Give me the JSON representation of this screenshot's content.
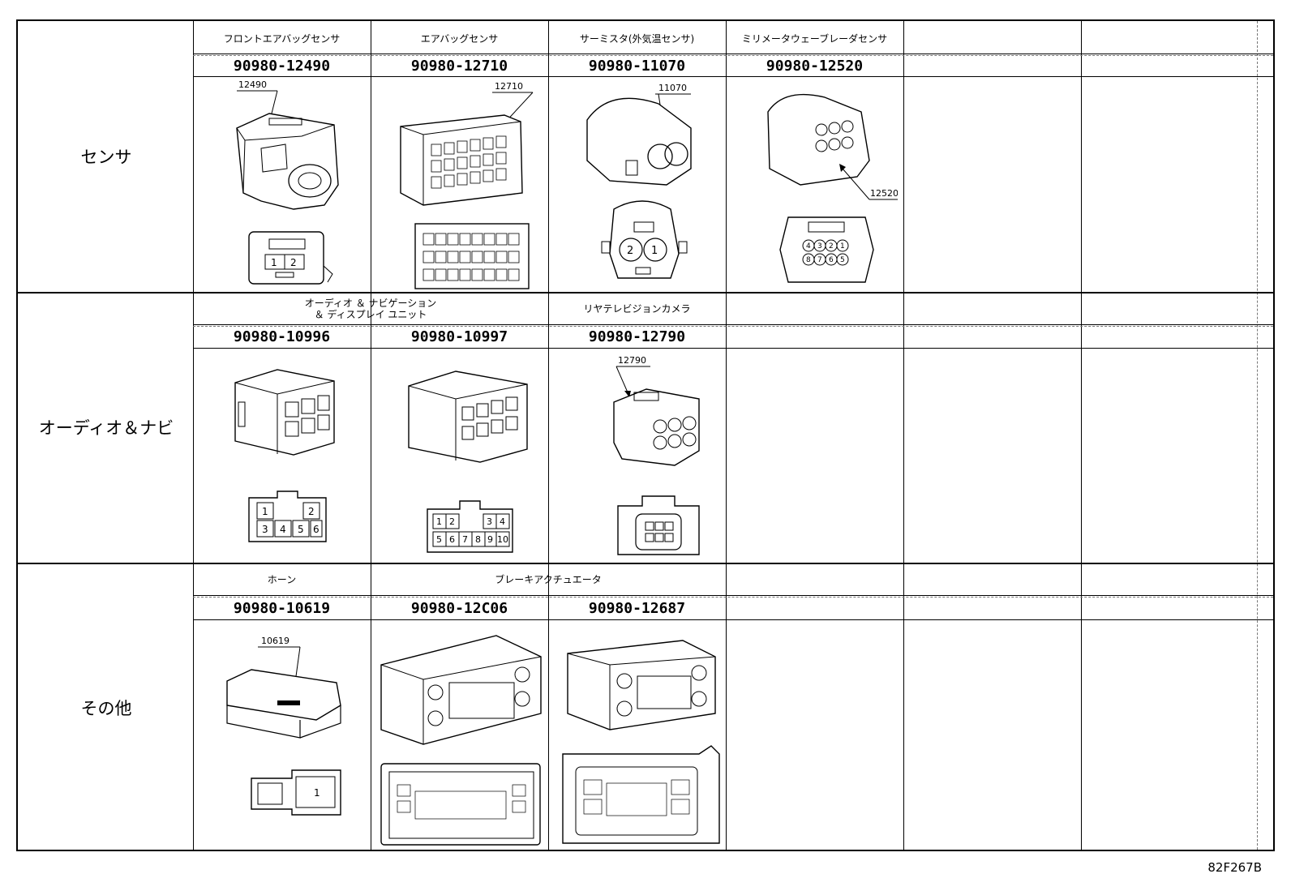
{
  "categories": [
    "センサ",
    "オーディオ＆ナビ",
    "その他"
  ],
  "sensor": {
    "labels": [
      "フロントエアバッグセンサ",
      "エアバッグセンサ",
      "サーミスタ(外気温センサ)",
      "ミリメータウェーブレーダセンサ"
    ],
    "parts": [
      "90980-12490",
      "90980-12710",
      "90980-11070",
      "90980-12520"
    ],
    "callouts": [
      "12490",
      "12710",
      "11070",
      "12520"
    ],
    "pins": {
      "p12490": [
        "1",
        "2"
      ],
      "p11070": [
        "2",
        "1"
      ],
      "p12520": [
        "4",
        "3",
        "2",
        "1",
        "8",
        "7",
        "6",
        "5"
      ]
    }
  },
  "audio": {
    "label_1": "オーディオ ＆ ナビゲーション",
    "label_2": "＆ ディスプレイ ユニット",
    "label_camera": "リヤテレビジョンカメラ",
    "parts": [
      "90980-10996",
      "90980-10997",
      "90980-12790"
    ],
    "callouts": [
      "12790"
    ],
    "pins": {
      "p10996": [
        "1",
        "2",
        "3",
        "4",
        "5",
        "6"
      ],
      "p10997": [
        "1",
        "2",
        "3",
        "4",
        "5",
        "6",
        "7",
        "8",
        "9",
        "10"
      ]
    }
  },
  "other": {
    "labels": [
      "ホーン",
      "ブレーキアクチュエータ"
    ],
    "parts": [
      "90980-10619",
      "90980-12C06",
      "90980-12687"
    ],
    "callouts": [
      "10619"
    ],
    "pins": {
      "p10619": [
        "1"
      ]
    }
  },
  "figure_code": "82F267B"
}
